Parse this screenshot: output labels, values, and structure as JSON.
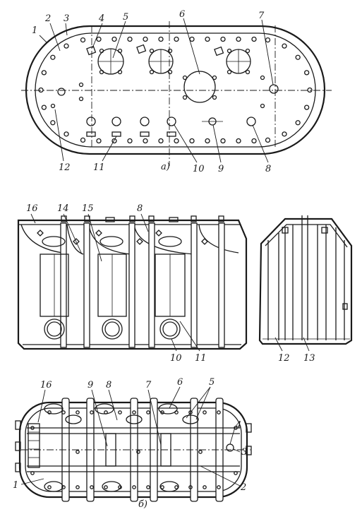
{
  "views": {
    "a": {
      "caption": "а)",
      "callouts": [
        "1",
        "2",
        "3",
        "4",
        "5",
        "6",
        "7",
        "8",
        "9",
        "10",
        "11",
        "12"
      ]
    },
    "side": {
      "callouts": [
        "16",
        "14",
        "15",
        "8",
        "10",
        "11"
      ]
    },
    "end": {
      "callouts": [
        "12",
        "13"
      ]
    },
    "b": {
      "caption": "б)",
      "callouts": [
        "16",
        "9",
        "8",
        "7",
        "6",
        "5",
        "4",
        "3",
        "2",
        "1"
      ]
    }
  }
}
